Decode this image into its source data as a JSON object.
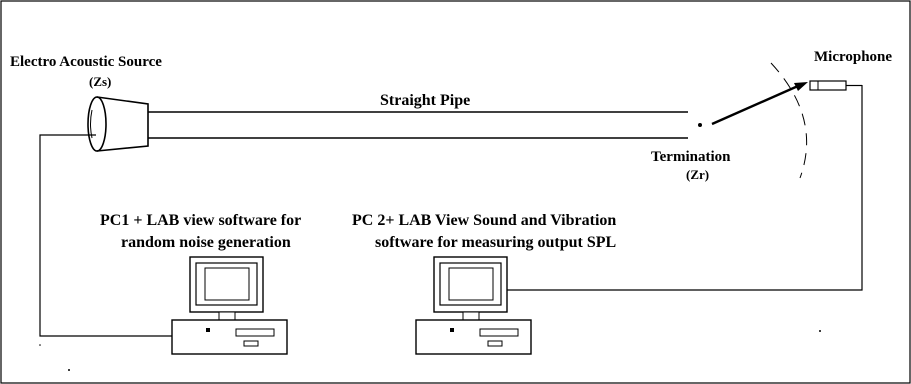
{
  "source": {
    "title": "Electro Acoustic Source",
    "impedance": "(Zs)"
  },
  "pipe": {
    "label": "Straight Pipe"
  },
  "termination": {
    "label": "Termination",
    "impedance": "(Zr)"
  },
  "microphone": {
    "label": "Microphone"
  },
  "pc1": {
    "line1": "PC1 + LAB view software  for",
    "line2": "random noise generation"
  },
  "pc2": {
    "line1": "PC 2+ LAB View Sound and Vibration",
    "line2": "software for measuring output SPL"
  },
  "colors": {
    "stroke": "#000000",
    "background": "#ffffff"
  },
  "icons": [
    "speaker-icon",
    "microphone-icon",
    "computer-icon"
  ]
}
